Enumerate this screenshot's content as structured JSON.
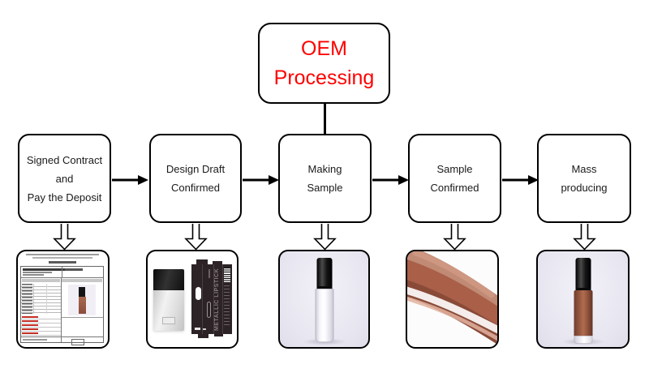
{
  "title_box": {
    "line1": "OEM",
    "line2": "Processing",
    "text_color": "#fe0000"
  },
  "stages": [
    {
      "name": "signed-contract",
      "lines": [
        "Signed Contract",
        "and",
        "Pay the Deposit"
      ],
      "artifact": "contract-document-photo"
    },
    {
      "name": "design-draft-confirmed",
      "lines": [
        "Design Draft",
        "Confirmed"
      ],
      "artifact": "package-design-photo"
    },
    {
      "name": "making-sample",
      "lines": [
        "Making",
        "Sample"
      ],
      "artifact": "empty-gloss-tube-photo"
    },
    {
      "name": "sample-confirmed",
      "lines": [
        "Sample",
        "Confirmed"
      ],
      "artifact": "gloss-swatch-photo"
    },
    {
      "name": "mass-producing",
      "lines": [
        "Mass",
        "producing"
      ],
      "artifact": "filled-gloss-tube-photo"
    }
  ],
  "package_design": {
    "vertical_text": "METALLIC LIPSTICK"
  },
  "colors": {
    "accent_red": "#fe0000",
    "outline_black": "#000000",
    "photo_background_lavender": "#e9e8f1",
    "gloss_brown": "#a2614a",
    "dieline_dark": "#2c2327",
    "background": "#ffffff"
  }
}
